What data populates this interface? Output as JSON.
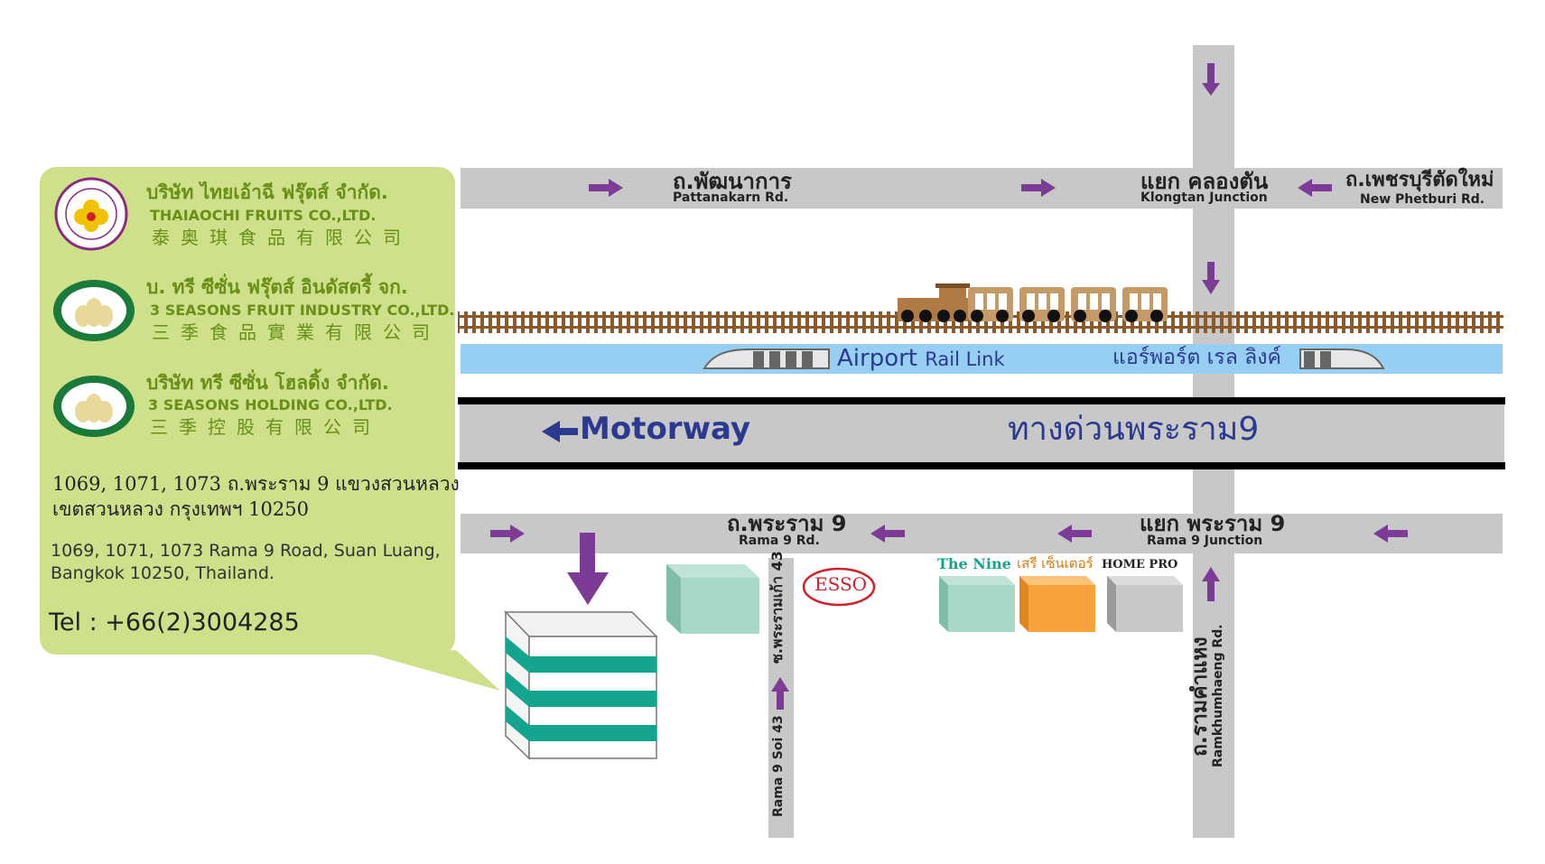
{
  "companies": [
    {
      "th": "บริษัท ไทยเอ้าฉี ฟรุ๊ตส์ จำกัด.",
      "en": "THAIAOCHI FRUITS CO.,LTD.",
      "cn": "泰奥琪食品有限公司"
    },
    {
      "th": "บ. ทรี ซีซั่น ฟรุ๊ตส์ อินดัสตรี้ จก.",
      "en": "3 SEASONS FRUIT INDUSTRY CO.,LTD.",
      "cn": "三季食品實業有限公司"
    },
    {
      "th": "บริษัท ทรี ซีซั่น โฮลดิ้ง จำกัด.",
      "en": "3 SEASONS HOLDING CO.,LTD.",
      "cn": "三季控股有限公司"
    }
  ],
  "logos": {
    "thaiaochi": "thaiaochi-logo-icon",
    "seasons": "3-seasons-logo-icon"
  },
  "address": {
    "th_line1": "1069, 1071, 1073 ถ.พระราม 9 แขวงสวนหลวง",
    "th_line2": "เขตสวนหลวง กรุงเทพฯ 10250",
    "en_line1": "1069, 1071, 1073 Rama 9 Road, Suan Luang,",
    "en_line2": "Bangkok 10250, Thailand.",
    "tel": "Tel : +66(2)3004285"
  },
  "roads": {
    "pattanakarn_th": "ถ.พัฒนาการ",
    "pattanakarn_en": "Pattanakarn Rd.",
    "klongtan_th": "แยก คลองตัน",
    "klongtan_en": "Klongtan Junction",
    "phetburi_th": "ถ.เพชรบุรีตัดใหม่",
    "phetburi_en": "New Phetburi Rd.",
    "rama9_th": "ถ.พระราม 9",
    "rama9_en": "Rama 9 Rd.",
    "rama9jn_th": "แยก พระราม 9",
    "rama9jn_en": "Rama 9 Junction",
    "soi43_th": "ซ.พระรามเก้า 43",
    "soi43_en": "Rama 9 Soi 43",
    "ramkhamhaeng_th": "ถ.รามคำแหง",
    "ramkhamhaeng_en": "Ramkhumhaeng Rd."
  },
  "rail": {
    "en_bold": "Airport",
    "en_light": "Rail Link",
    "th": "แอร์พอร์ต เรล ลิงค์"
  },
  "motorway": {
    "en": "Motorway",
    "th": "ทางด่วนพระราม9"
  },
  "landmarks": {
    "esso": "ESSO",
    "the_nine": "The Nine",
    "seri_center": "เสรี เซ็นเตอร์",
    "home_pro": "HOME PRO"
  },
  "colors": {
    "panel": "#cfe08a",
    "road": "#c8c8c8",
    "arrow": "#7c3c96",
    "rail_band": "#97cff2",
    "motorway_text": "#2b3a8f",
    "company_text": "#6a8f19",
    "building_teal": "#14a58e",
    "the_nine": "#a8d8c6",
    "seri_center": "#f7a23a",
    "home_pro": "#c8c8c8",
    "esso": "#d0202b"
  }
}
